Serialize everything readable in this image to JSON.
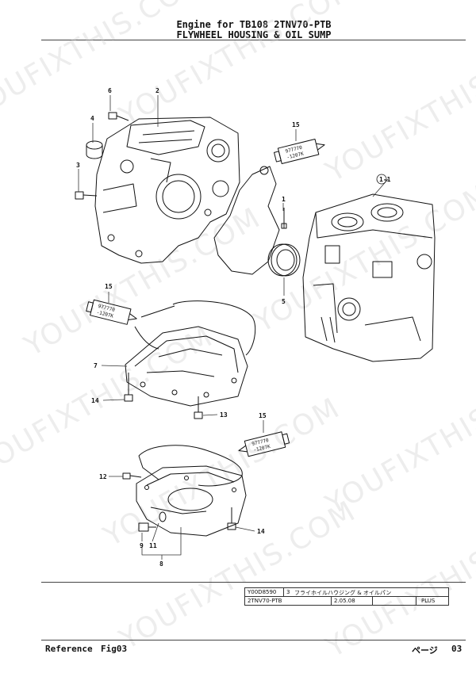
{
  "header": {
    "line1": "Engine for TB108  2TNV70-PTB",
    "line2": "FLYWHEEL HOUSING & OIL SUMP"
  },
  "callouts": [
    "6",
    "2",
    "4",
    "3",
    "15",
    "1",
    "1-1",
    "5",
    "15",
    "7",
    "14",
    "13",
    "15",
    "12",
    "14",
    "9",
    "11",
    "8"
  ],
  "tubes": [
    {
      "line1": "977770",
      "line2": "-1207K"
    },
    {
      "line1": "977770",
      "line2": "-1207K"
    },
    {
      "line1": "977770",
      "line2": "-1207K"
    }
  ],
  "watermark": "YOUFIXTHIS.COM",
  "info_box": {
    "code": "Y00D8590",
    "index": "3",
    "title_jp": "フライホイルハウジング & オイルパン",
    "model": "2TNV70-PTB",
    "date": "2.05.08",
    "status": "PLUS"
  },
  "footer": {
    "reference_label": "Reference",
    "figure": "Fig03",
    "page_label": "ページ",
    "page_number": "03"
  }
}
